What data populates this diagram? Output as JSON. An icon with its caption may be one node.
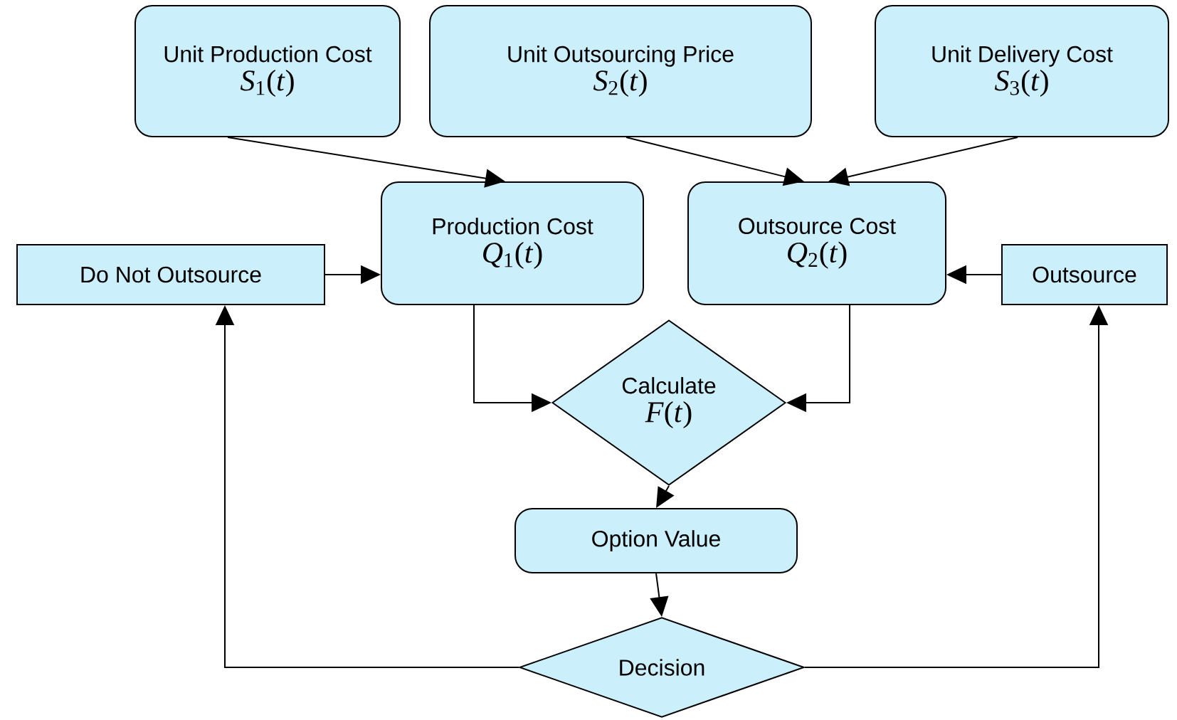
{
  "diagram": {
    "nodes": [
      {
        "text": [
          "Unit Production Cost",
          "*S*$_{1}$(*t*)"
        ]
      },
      {
        "text": [
          "Unit Outsourcing Price",
          "*S*$_{2}$(*t*)"
        ]
      },
      {
        "text": [
          "Unit Delivery Cost",
          "*S*$_{3}$(*t*)"
        ]
      },
      {
        "text": [
          "Production Cost",
          "*Q*$_{1}$(*t*)"
        ]
      },
      {
        "text": [
          "Outsource Cost",
          "*Q*$_{2}$(*t*)"
        ]
      },
      {
        "text": [
          "Do Not Outsource"
        ]
      },
      {
        "text": [
          "Outsource"
        ]
      },
      {
        "text": [
          "Calculate",
          "*F*(*t*)"
        ]
      },
      {
        "text": [
          "Option Value"
        ]
      },
      {
        "text": [
          "Decision"
        ]
      }
    ],
    "edges": [
      {
        "from": 0,
        "to": 3,
        "arrow": "to"
      },
      {
        "from": 1,
        "to": 4,
        "arrow": "to"
      },
      {
        "from": 2,
        "to": 4,
        "arrow": "to"
      },
      {
        "from": 5,
        "to": 3,
        "arrow": "to"
      },
      {
        "from": 6,
        "to": 4,
        "arrow": "to"
      },
      {
        "from": 3,
        "to": 7,
        "arrow": "to"
      },
      {
        "from": 4,
        "to": 7,
        "arrow": "to"
      },
      {
        "from": 7,
        "to": 8,
        "arrow": "to"
      },
      {
        "from": 8,
        "to": 9,
        "arrow": "to"
      },
      {
        "from": 9,
        "to": 5,
        "arrow": "to"
      },
      {
        "from": 9,
        "to": 6,
        "arrow": "to"
      }
    ]
  }
}
